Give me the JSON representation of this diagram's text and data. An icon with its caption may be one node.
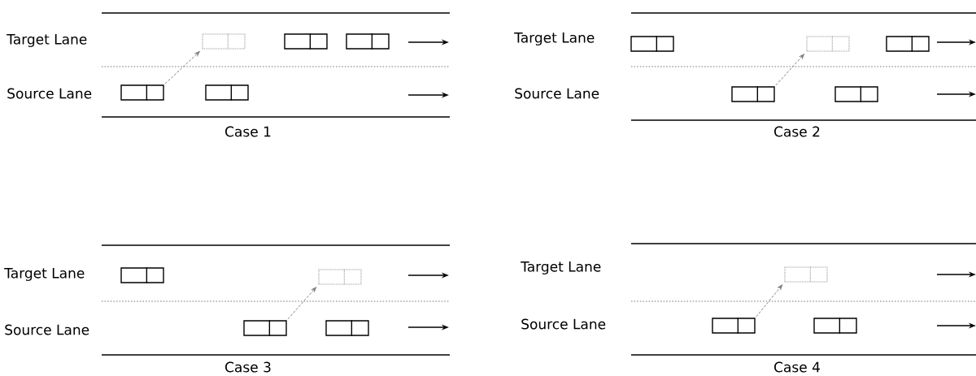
{
  "diagram": {
    "nodes": [
      {
        "text": [],
        "shape": "box"
      },
      {
        "text": [],
        "shape": "box"
      },
      {
        "text": [],
        "shape": "box"
      },
      {
        "text": [],
        "shape": "box"
      },
      {
        "text": [],
        "shape": "box"
      },
      {
        "text": [],
        "shape": "box"
      },
      {
        "text": [],
        "shape": "box"
      },
      {
        "text": [],
        "shape": "box"
      },
      {
        "text": [],
        "shape": "box"
      },
      {
        "text": [],
        "shape": "box"
      },
      {
        "text": [],
        "shape": "box"
      },
      {
        "text": [],
        "shape": "box"
      },
      {
        "text": [],
        "shape": "box"
      },
      {
        "text": [],
        "shape": "box"
      },
      {
        "text": [],
        "shape": "box"
      },
      {
        "text": [],
        "shape": "box"
      },
      {
        "text": [],
        "shape": "box"
      }
    ],
    "edges": [
      {
        "from": 3,
        "to": 0,
        "arrow": "to",
        "style": "dashed"
      },
      {
        "from": 8,
        "to": 6,
        "arrow": "to",
        "style": "dashed"
      },
      {
        "from": 12,
        "to": 11,
        "arrow": "to",
        "style": "dashed"
      },
      {
        "from": 15,
        "to": 14,
        "arrow": "to",
        "style": "dashed"
      }
    ],
    "labels": [
      "Target Lane",
      "Source Lane",
      "Case 1",
      "Target Lane",
      "Source Lane",
      "Case 2",
      "Target Lane",
      "Source Lane",
      "Case 3",
      "Target Lane",
      "Source Lane",
      "Case 4"
    ]
  }
}
